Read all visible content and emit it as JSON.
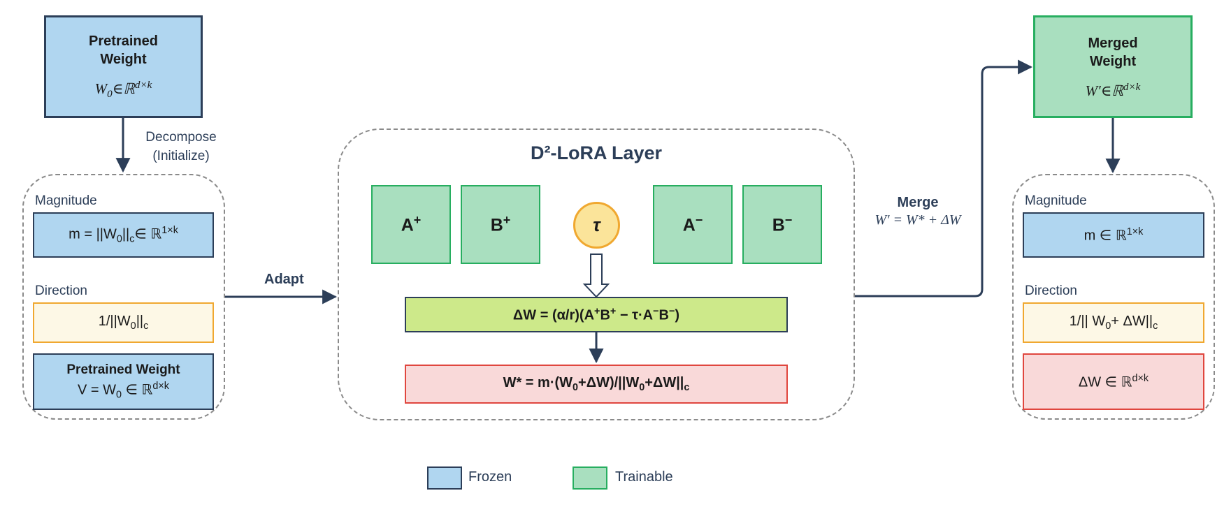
{
  "pretrained": {
    "title": "Pretrained Weight",
    "title_l1": "Pretrained",
    "title_l2": "Weight",
    "formula_base": "W",
    "formula_sub": "0",
    "formula_rest": "∈ℝ",
    "formula_sup": "d×k"
  },
  "decompose": {
    "line1": "Decompose",
    "line2": "(Initialize)"
  },
  "left_panel": {
    "magnitude_label": "Magnitude",
    "magnitude_value": {
      "pre": "m = ||W",
      "sub0": "0",
      "mid": "||",
      "subc": "c",
      "rest": "∈ ℝ",
      "sup": "1×k"
    },
    "direction_label": "Direction",
    "direction_value": {
      "pre": "1/||W",
      "sub0": "0",
      "mid": "||",
      "subc": "c"
    },
    "v_title": "Pretrained Weight",
    "v_value": {
      "pre": "V = W",
      "sub0": "0",
      "rest": " ∈ ℝ",
      "sup": "d×k"
    }
  },
  "adapt_label": "Adapt",
  "center": {
    "title": "D²-LoRA Layer",
    "a_plus": {
      "base": "A",
      "sup": "+"
    },
    "b_plus": {
      "base": "B",
      "sup": "+"
    },
    "tau": "τ",
    "a_minus": {
      "base": "A",
      "sup": "−"
    },
    "b_minus": {
      "base": "B",
      "sup": "−"
    },
    "delta_w": {
      "p1": "ΔW = (α/r)(A",
      "s1": "+",
      "p2": "B",
      "s2": "+",
      "p3": " − τ·A",
      "s3": "−",
      "p4": "B",
      "s4": "−",
      "p5": ")"
    },
    "w_star": {
      "p1": "W* = m·(W",
      "s1": "0",
      "p2": "+ΔW)/||W",
      "s2": "0",
      "p3": "+ΔW||",
      "s3": "c"
    }
  },
  "merge": {
    "label": "Merge",
    "formula": "W′ = W* + ΔW"
  },
  "merged": {
    "title": "Merged Weight",
    "title_l1": "Merged",
    "title_l2": "Weight",
    "formula_base": "W′",
    "formula_rest": "∈ℝ",
    "formula_sup": "d×k"
  },
  "right_panel": {
    "magnitude_label": "Magnitude",
    "magnitude_value": {
      "pre": "m ∈ ℝ",
      "sup": "1×k"
    },
    "direction_label": "Direction",
    "direction_value": {
      "pre": "1/|| W",
      "sub0": "0",
      "mid": "+ ΔW||",
      "subc": "c"
    },
    "delta_value": {
      "pre": "ΔW ∈ ℝ",
      "sup": "d×k"
    }
  },
  "legend": {
    "frozen": "Frozen",
    "trainable": "Trainable"
  },
  "colors": {
    "frozen": "#b0d6f0",
    "trainable": "#a9dfbf",
    "direction": "#fdf8e6",
    "red_box": "#f9d9d9",
    "delta_box": "#cde98a",
    "tau": "#fbe49a",
    "arrow": "#2c3e58"
  }
}
